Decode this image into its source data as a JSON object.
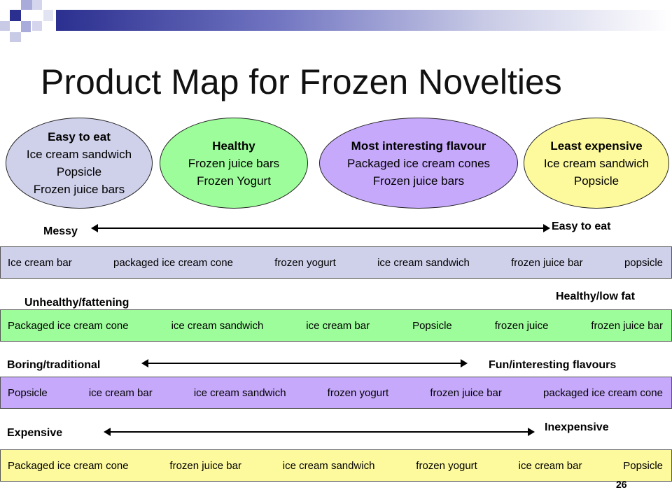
{
  "title": "Product Map for Frozen Novelties",
  "ovals": [
    {
      "heading": "Easy to eat",
      "items": [
        "Ice cream sandwich",
        "Popsicle",
        "Frozen juice bars"
      ],
      "color": "#cfd0ea"
    },
    {
      "heading": "Healthy",
      "items": [
        "Frozen juice bars",
        "Frozen Yogurt"
      ],
      "color": "#9dfd9a"
    },
    {
      "heading": "Most interesting flavour",
      "items": [
        "Packaged ice cream cones",
        "Frozen juice bars"
      ],
      "color": "#c6a9fb"
    },
    {
      "heading": "Least expensive",
      "items": [
        "Ice cream sandwich",
        "Popsicle"
      ],
      "color": "#fdfa9e"
    }
  ],
  "maps": [
    {
      "left_label": "Messy",
      "right_label": "Easy to eat",
      "color": "#cfd0ea",
      "items": [
        "Ice cream bar",
        "packaged ice cream cone",
        "frozen yogurt",
        "ice cream sandwich",
        "frozen juice bar",
        "popsicle"
      ]
    },
    {
      "left_label": "Unhealthy/fattening",
      "right_label": "Healthy/low fat",
      "color": "#9dfd9a",
      "items": [
        "Packaged ice cream cone",
        "ice cream sandwich",
        "ice cream bar",
        "Popsicle",
        "frozen juice",
        "frozen juice bar"
      ]
    },
    {
      "left_label": "Boring/traditional",
      "right_label": "Fun/interesting flavours",
      "color": "#c6a9fb",
      "items": [
        "Popsicle",
        "ice cream bar",
        "ice cream sandwich",
        "frozen yogurt",
        "frozen juice bar",
        "packaged ice cream cone"
      ]
    },
    {
      "left_label": "Expensive",
      "right_label": "Inexpensive",
      "color": "#fdfa9e",
      "items": [
        "Packaged ice cream cone",
        "frozen juice bar",
        "ice cream sandwich",
        "frozen yogurt",
        "ice cream bar",
        "Popsicle"
      ]
    }
  ],
  "page_number": "26",
  "colors": {
    "deco_dark": "#2b2f8f",
    "deco_light": "#a9acdb"
  }
}
